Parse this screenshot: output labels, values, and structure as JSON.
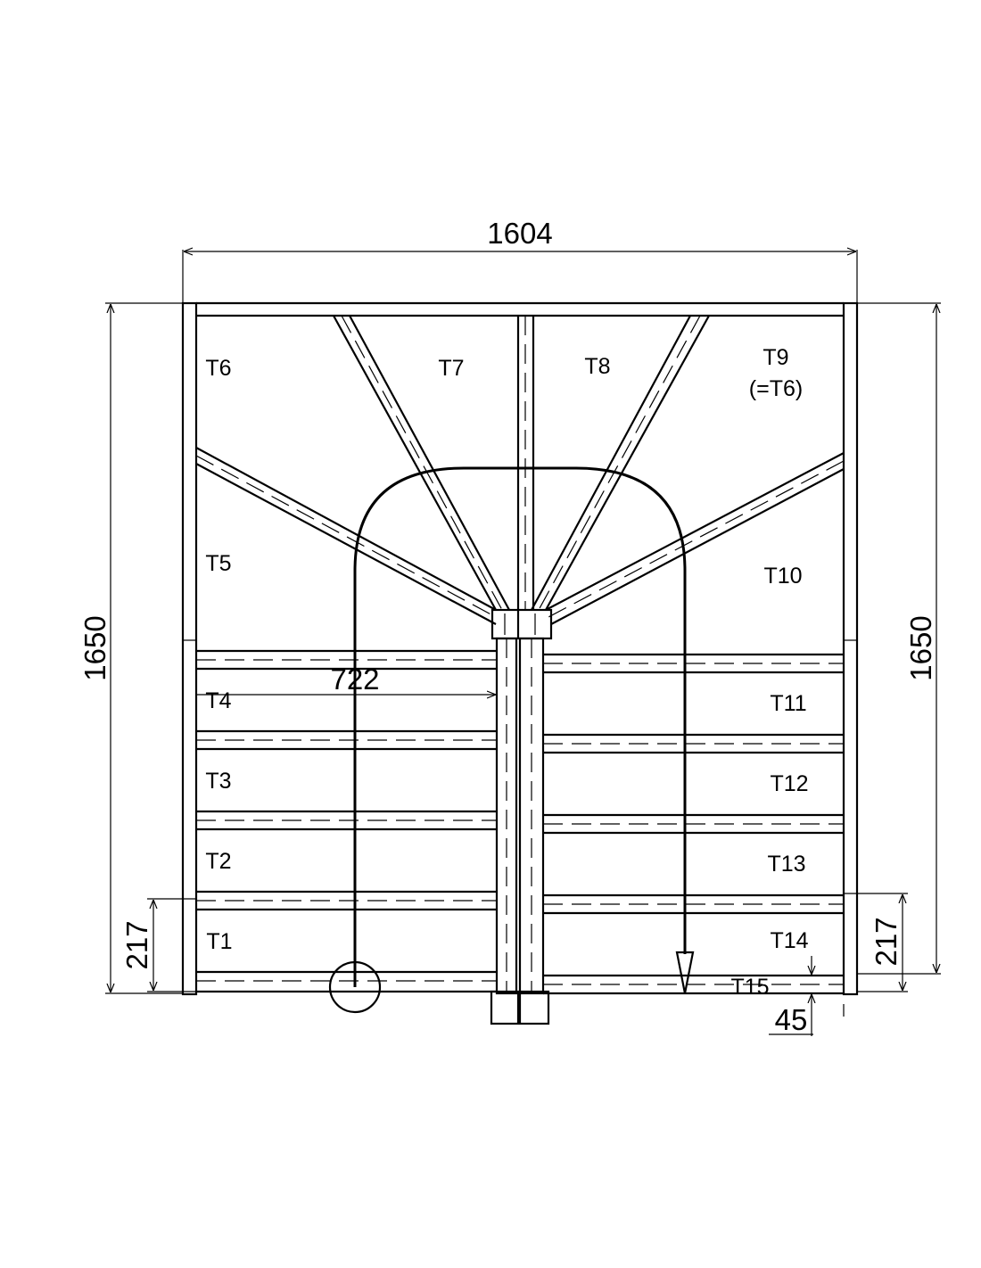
{
  "dimensions": {
    "width": "1604",
    "height_left": "1650",
    "height_right": "1650",
    "inner_width": "722",
    "first_step_left": "217",
    "first_step_right": "217",
    "nosing": "45"
  },
  "treads": {
    "t1": "T1",
    "t2": "T2",
    "t3": "T3",
    "t4": "T4",
    "t5": "T5",
    "t6": "T6",
    "t7": "T7",
    "t8": "T8",
    "t9": "T9",
    "t9_note": "(=T6)",
    "t10": "T10",
    "t11": "T11",
    "t12": "T12",
    "t13": "T13",
    "t14": "T14",
    "t15": "T15"
  }
}
